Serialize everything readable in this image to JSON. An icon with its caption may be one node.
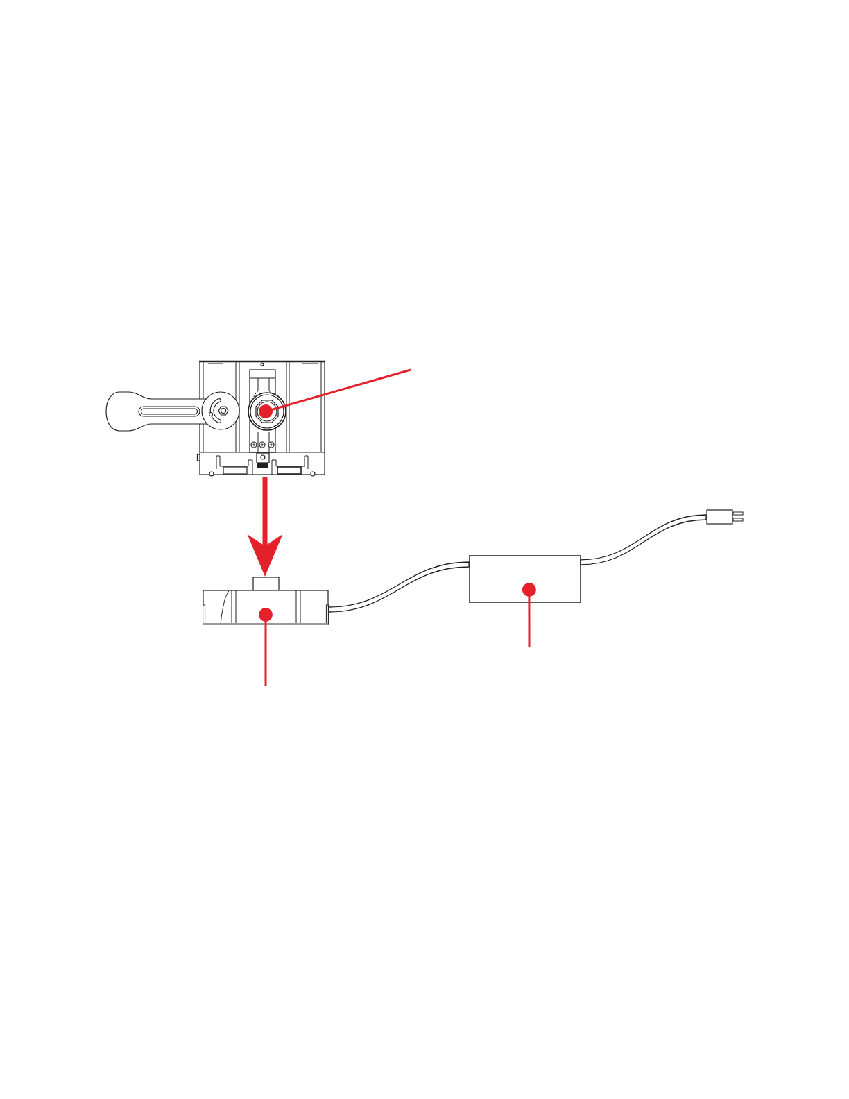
{
  "diagram": {
    "nodes": [
      {
        "text": [],
        "shape": "picture"
      },
      {
        "text": [],
        "shape": "picture"
      },
      {
        "text": [],
        "shape": "box"
      },
      {
        "text": [],
        "shape": "box"
      }
    ],
    "edges": [
      {
        "from": null,
        "to": 0,
        "arrow": "other"
      },
      {
        "from": 0,
        "to": 1,
        "arrow": "to",
        "style": "thick"
      },
      {
        "from": null,
        "to": 1,
        "arrow": "other"
      },
      {
        "from": 1,
        "to": 2,
        "arrow": "none",
        "color": "#231f20"
      },
      {
        "from": null,
        "to": 2,
        "arrow": "other"
      },
      {
        "from": 2,
        "to": 3,
        "arrow": "none",
        "color": "#231f20"
      }
    ]
  }
}
